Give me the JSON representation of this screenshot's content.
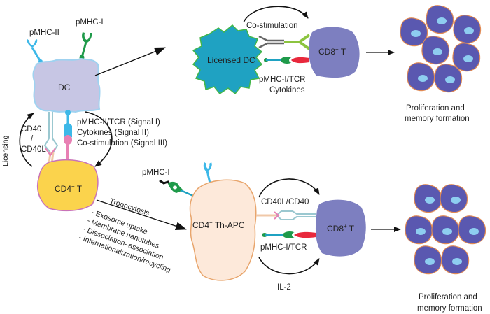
{
  "colors": {
    "dc_fill": "#c7c6e4",
    "dc_stroke": "#9fd2f0",
    "licensed_dc_fill": "#1fa2c2",
    "licensed_dc_stroke": "#43b649",
    "cd4_fill": "#fbd34c",
    "cd4_stroke": "#c873b8",
    "th_apc_fill": "#fde9da",
    "th_apc_stroke": "#e8a56c",
    "cd8_fill": "#7d7fc0",
    "prolif_fill": "#5a58b0",
    "prolif_stroke": "#e08a55",
    "nucleus_fill": "#8ecdf0",
    "mhc2": "#3db8e8",
    "mhc1": "#1f9a4a",
    "tcr_red": "#e8283c",
    "costim_green": "#8cc43f",
    "pink": "#e880b4"
  },
  "cells": {
    "dc": "DC",
    "cd4_t": "CD4",
    "cd4_t_sup": "+",
    "cd4_t_suffix": " T",
    "licensed_dc": "Licensed DC",
    "cd8_t_top": "CD8",
    "cd8_t_top_sup": "+",
    "cd8_t_top_suffix": " T",
    "th_apc": "CD4",
    "th_apc_sup": "+",
    "th_apc_suffix": " Th-APC",
    "cd8_t_bottom": "CD8",
    "cd8_t_bottom_sup": "+",
    "cd8_t_bottom_suffix": " T"
  },
  "labels": {
    "pmhc_ii": "pMHC-II",
    "pmhc_i": "pMHC-I",
    "licensing": "Licensing",
    "cd40": "CD40",
    "slash": "/",
    "cd40l": "CD40L",
    "signal_1": "pMHC-II/TCR (Signal I)",
    "signal_2": "Cytokines (Signal II)",
    "signal_3": "Co-stimulation (Signal III)",
    "co_stimulation": "Co-stimulation",
    "pmhc_i_tcr_top": "pMHC-I/TCR",
    "cytokines_top": "Cytokines",
    "proliferation_top_1": "Proliferation and",
    "proliferation_top_2": "memory formation",
    "pmhc_i_bottom": "pMHC-I",
    "trogocytosis": "Trogocytosis",
    "mechanisms": [
      "- Exosome uptake",
      "- Membrane nanotubes",
      "- Dissociation–association",
      "- Internationalization/recycling"
    ],
    "cd40l_cd40": "CD40L/CD40",
    "pmhc_i_tcr_bottom": "pMHC-I/TCR",
    "il2": "IL-2",
    "proliferation_bottom_1": "Proliferation and",
    "proliferation_bottom_2": "memory formation"
  }
}
